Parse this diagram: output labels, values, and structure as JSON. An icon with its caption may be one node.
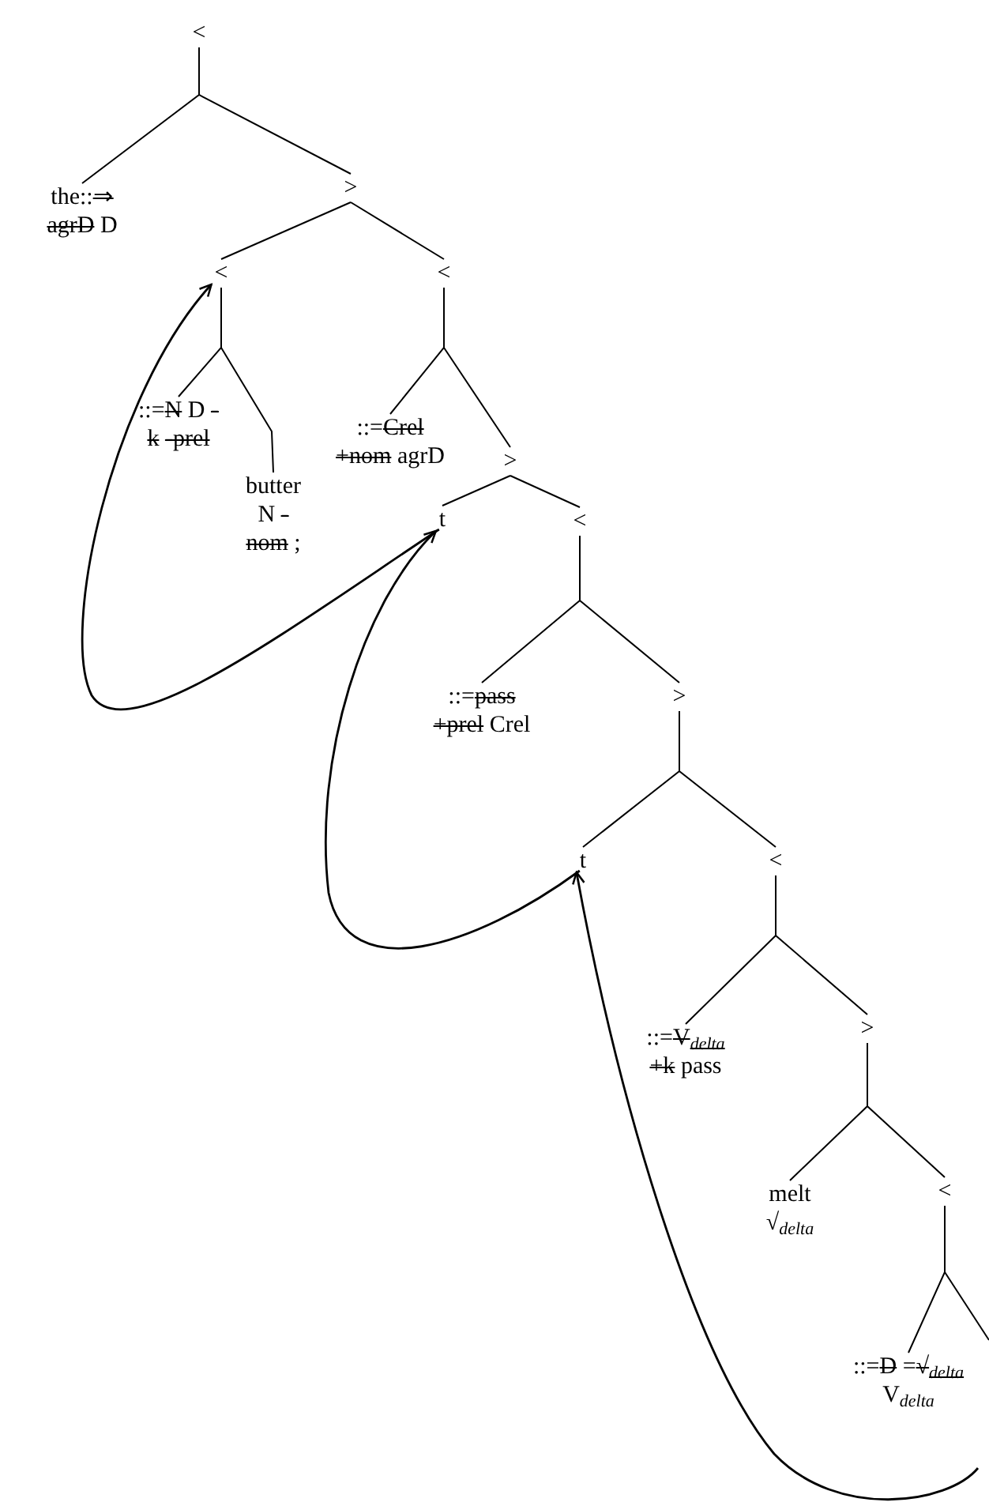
{
  "diagram": {
    "nodes": [
      {
        "text": [
          "<"
        ]
      },
      {
        "text": [
          "the::⇒ agrD D"
        ]
      },
      {
        "text": [
          ">"
        ]
      },
      {
        "text": [
          "<"
        ]
      },
      {
        "text": [
          "::=N D -k -prel"
        ]
      },
      {
        "text": [
          "butter N -nom ;"
        ]
      },
      {
        "text": [
          "<"
        ]
      },
      {
        "text": [
          "::=Crel +nom agrD"
        ]
      },
      {
        "text": [
          ">"
        ]
      },
      {
        "text": [
          "t"
        ]
      },
      {
        "text": [
          "<"
        ]
      },
      {
        "text": [
          "::=pass +prel Crel"
        ]
      },
      {
        "text": [
          ">"
        ]
      },
      {
        "text": [
          "t"
        ]
      },
      {
        "text": [
          "<"
        ]
      },
      {
        "text": [
          "::=V$_{delta}$ +k pass"
        ]
      },
      {
        "text": [
          ">"
        ]
      },
      {
        "text": [
          "melt √$_{delta}$"
        ]
      },
      {
        "text": [
          "<"
        ]
      },
      {
        "text": [
          "::=D =√$_{delta}$ V$_{delta}$"
        ]
      }
    ],
    "edges": [
      {
        "from": 0,
        "to": 1,
        "arrow": "none"
      },
      {
        "from": 0,
        "to": 2,
        "arrow": "none"
      },
      {
        "from": 2,
        "to": 3,
        "arrow": "none"
      },
      {
        "from": 2,
        "to": 6,
        "arrow": "none"
      },
      {
        "from": 3,
        "to": 4,
        "arrow": "none"
      },
      {
        "from": 3,
        "to": 5,
        "arrow": "none"
      },
      {
        "from": 6,
        "to": 7,
        "arrow": "none"
      },
      {
        "from": 6,
        "to": 8,
        "arrow": "none"
      },
      {
        "from": 8,
        "to": 9,
        "arrow": "none"
      },
      {
        "from": 8,
        "to": 10,
        "arrow": "none"
      },
      {
        "from": 10,
        "to": 11,
        "arrow": "none"
      },
      {
        "from": 10,
        "to": 12,
        "arrow": "none"
      },
      {
        "from": 12,
        "to": 13,
        "arrow": "none"
      },
      {
        "from": 12,
        "to": 14,
        "arrow": "none"
      },
      {
        "from": 14,
        "to": 15,
        "arrow": "none"
      },
      {
        "from": 14,
        "to": 16,
        "arrow": "none"
      },
      {
        "from": 16,
        "to": 17,
        "arrow": "none"
      },
      {
        "from": 16,
        "to": 18,
        "arrow": "none"
      },
      {
        "from": 18,
        "to": 19,
        "arrow": "none"
      },
      {
        "from": 9,
        "to": 3,
        "arrow": "to"
      },
      {
        "from": 13,
        "to": 9,
        "arrow": "to"
      },
      {
        "from": null,
        "to": 13,
        "arrow": "to"
      }
    ]
  }
}
